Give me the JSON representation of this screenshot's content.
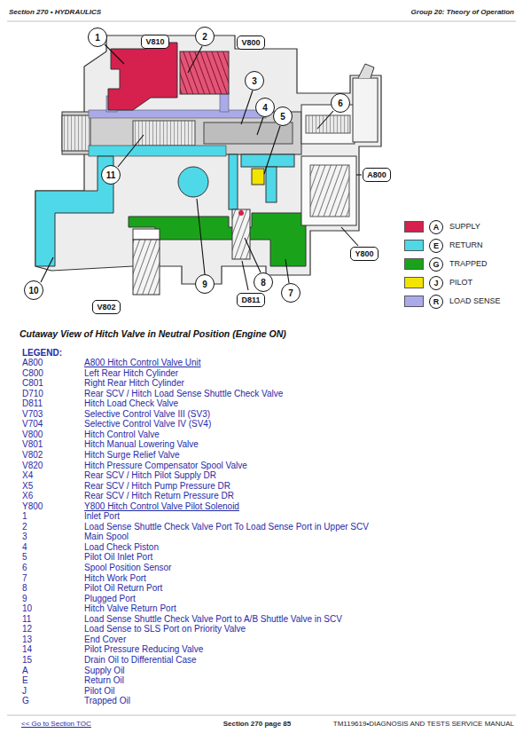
{
  "diagram": {
    "caption": "Cutaway View of Hitch Valve in Neutral Position (Engine ON)",
    "nodes": [
      {
        "text": [
          "1"
        ]
      },
      {
        "text": [
          "V810"
        ]
      },
      {
        "text": [
          "2"
        ]
      },
      {
        "text": [
          "V800"
        ]
      },
      {
        "text": [
          "3"
        ]
      },
      {
        "text": [
          "6"
        ]
      },
      {
        "text": [
          "4"
        ]
      },
      {
        "text": [
          "5"
        ]
      },
      {
        "text": [
          "11"
        ]
      },
      {
        "text": [
          "A800"
        ]
      },
      {
        "text": [
          "Y800"
        ]
      },
      {
        "text": [
          "10"
        ]
      },
      {
        "text": [
          "9"
        ]
      },
      {
        "text": [
          "D811"
        ]
      },
      {
        "text": [
          "8"
        ]
      },
      {
        "text": [
          "7"
        ]
      },
      {
        "text": [
          "V802"
        ]
      },
      {
        "text": [
          "A"
        ]
      },
      {
        "text": [
          "E"
        ]
      },
      {
        "text": [
          "G"
        ]
      },
      {
        "text": [
          "J"
        ]
      },
      {
        "text": [
          "R"
        ]
      }
    ],
    "labels": [
      "Section 270 • HYDRAULICS",
      "Group 20: Theory of Operation",
      "LEGEND:",
      "A800",
      "A800 Hitch Control Valve Unit",
      "C800",
      "Left Rear Hitch Cylinder",
      "C801",
      "Right Rear Hitch Cylinder",
      "D710",
      "Rear SCV / Hitch Load Sense Shuttle Check Valve",
      "D811",
      "Hitch Load Check Valve",
      "V703",
      "Selective Control Valve III (SV3)",
      "V704",
      "Selective Control Valve IV (SV4)",
      "V800",
      "Hitch Control Valve",
      "V801",
      "Hitch Manual Lowering Valve",
      "V802",
      "Hitch Surge Relief Valve",
      "V820",
      "Hitch Pressure Compensator Spool Valve",
      "X4",
      "Rear SCV / Hitch Pilot Supply DR",
      "X5",
      "Rear SCV / Hitch Pump Pressure DR",
      "X6",
      "Rear SCV / Hitch Return Pressure DR",
      "Y800",
      "Y800 Hitch Control Valve Pilot Solenoid",
      "1",
      "Inlet Port",
      "2",
      "Load Sense Shuttle Check Valve Port To Load Sense Port in Upper SCV",
      "3",
      "Main Spool",
      "4",
      "Load Check Piston",
      "5",
      "Pilot Oil Inlet Port",
      "6",
      "Spool Position Sensor",
      "7",
      "Hitch Work Port",
      "8",
      "Pilot Oil Return Port",
      "9",
      "Plugged Port",
      "10",
      "Hitch Valve Return Port",
      "11",
      "Load Sense Shuttle Check Valve Port to A/B Shuttle Valve in SCV",
      "12",
      "Load Sense to SLS Port on Priority Valve",
      "13",
      "End Cover",
      "14",
      "Pilot Pressure Reducing Valve",
      "15",
      "Drain Oil to Differential Case",
      "A",
      "Supply Oil",
      "E",
      "Return Oil",
      "J",
      "Pilot Oil",
      "G",
      "Trapped Oil",
      "<< Go to Section TOC",
      "Section 270 page 85",
      "TM119619•DIAGNOSIS AND TESTS SERVICE MANUAL"
    ],
    "legend": [
      {
        "text": "SUPPLY",
        "color": "#d6204e"
      },
      {
        "text": "RETURN",
        "color": "#4fd8e8"
      },
      {
        "text": "TRAPPED",
        "color": "#1aa31a"
      },
      {
        "text": "PILOT",
        "color": "#f2e400"
      },
      {
        "text": "LOAD SENSE",
        "color": "#aaaaea"
      }
    ]
  }
}
